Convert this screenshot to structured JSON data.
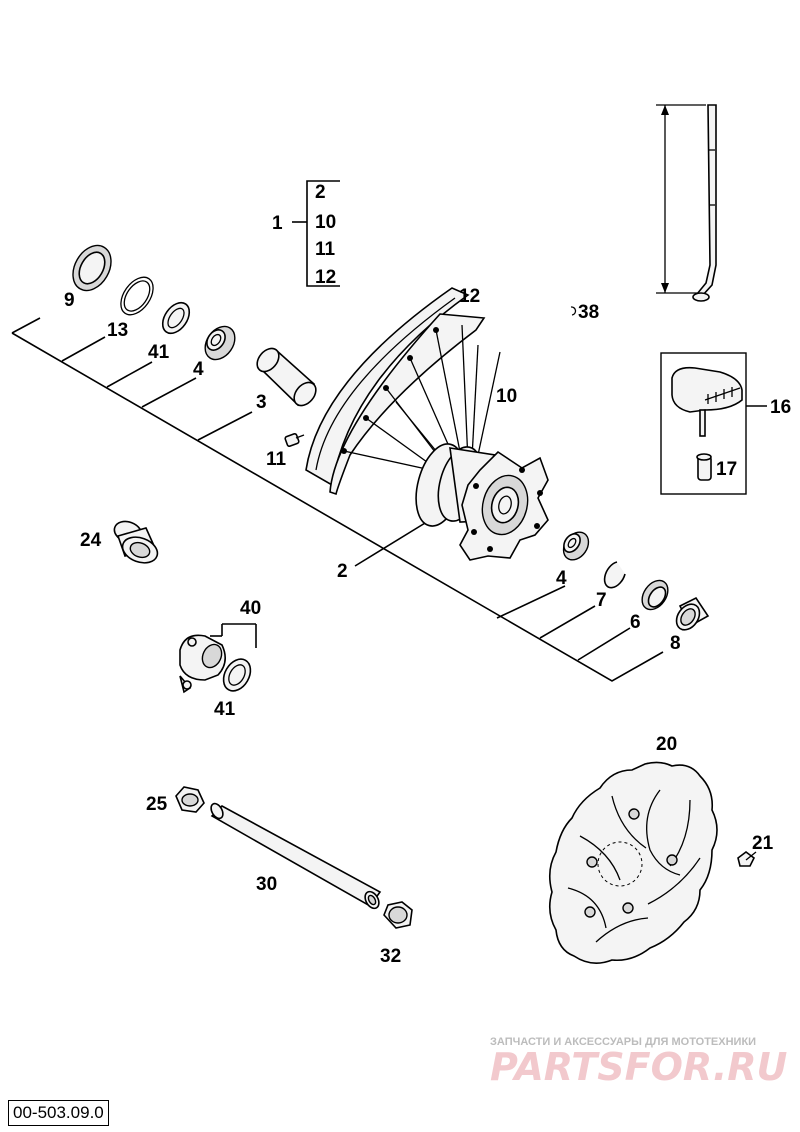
{
  "diagram": {
    "callouts": {
      "p1": "1",
      "p1_sub": [
        "2",
        "10",
        "11",
        "12"
      ],
      "p2": "2",
      "p3": "3",
      "p4_top": "4",
      "p4_bottom": "4",
      "p6": "6",
      "p7": "7",
      "p8": "8",
      "p9": "9",
      "p10": "10",
      "p11": "11",
      "p12": "12",
      "p13": "13",
      "p16": "16",
      "p17": "17",
      "p20": "20",
      "p21": "21",
      "p24": "24",
      "p25": "25",
      "p30": "30",
      "p32": "32",
      "p38": "38",
      "p40": "40",
      "p41_top": "41",
      "p41_bottom": "41"
    },
    "drawing_code": "00-503.09.0"
  },
  "watermark": {
    "tagline": "ЗАПЧАСТИ И АКСЕССУАРЫ ДЛЯ МОТОТЕХНИКИ",
    "brand": "PARTSFOR.RU",
    "color": "#f2c9cd"
  }
}
